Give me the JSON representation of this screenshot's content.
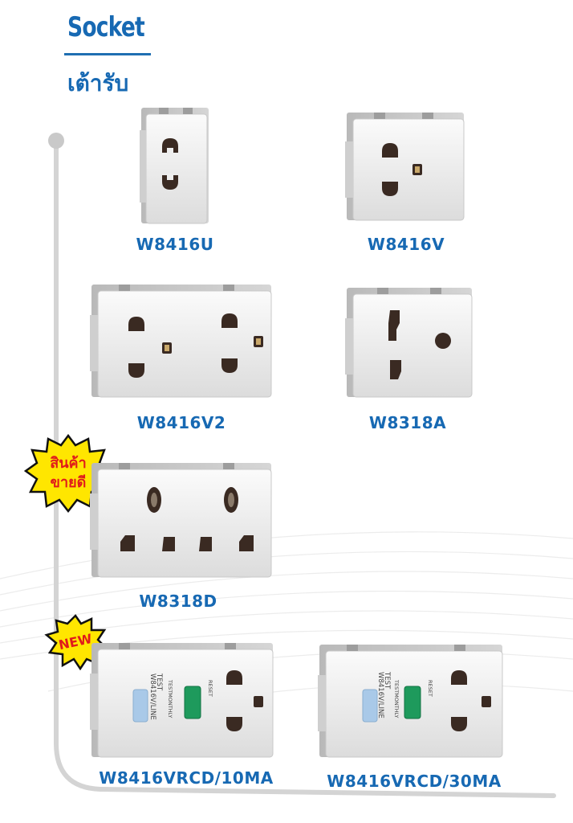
{
  "header": {
    "title_en": "Socket",
    "title_th": "เต้ารับ"
  },
  "badges": {
    "bestseller_line1": "สินค้า",
    "bestseller_line2": "ขายดี",
    "new": "NEW"
  },
  "products": [
    {
      "model": "W8416U"
    },
    {
      "model": "W8416V"
    },
    {
      "model": "W8416V2"
    },
    {
      "model": "W8318A"
    },
    {
      "model": "W8318D"
    },
    {
      "model": "W8416VRCD/10MA",
      "test_label": "TEST",
      "line_label": "W8416V/LINE",
      "freq_label": "TESTMONTHLY",
      "status_label": "RESET"
    },
    {
      "model": "W8416VRCD/30MA",
      "test_label": "TEST",
      "line_label": "W8416V/LINE",
      "freq_label": "TESTMONTHLY",
      "status_label": "RESET"
    }
  ],
  "colors": {
    "brand_blue": "#1769b3",
    "socket_body": "#eeeeee",
    "hole": "#3a2a22",
    "test_button": "#a9c9e8",
    "reset_button": "#1e9a5c",
    "badge_yellow": "#ffe600"
  }
}
